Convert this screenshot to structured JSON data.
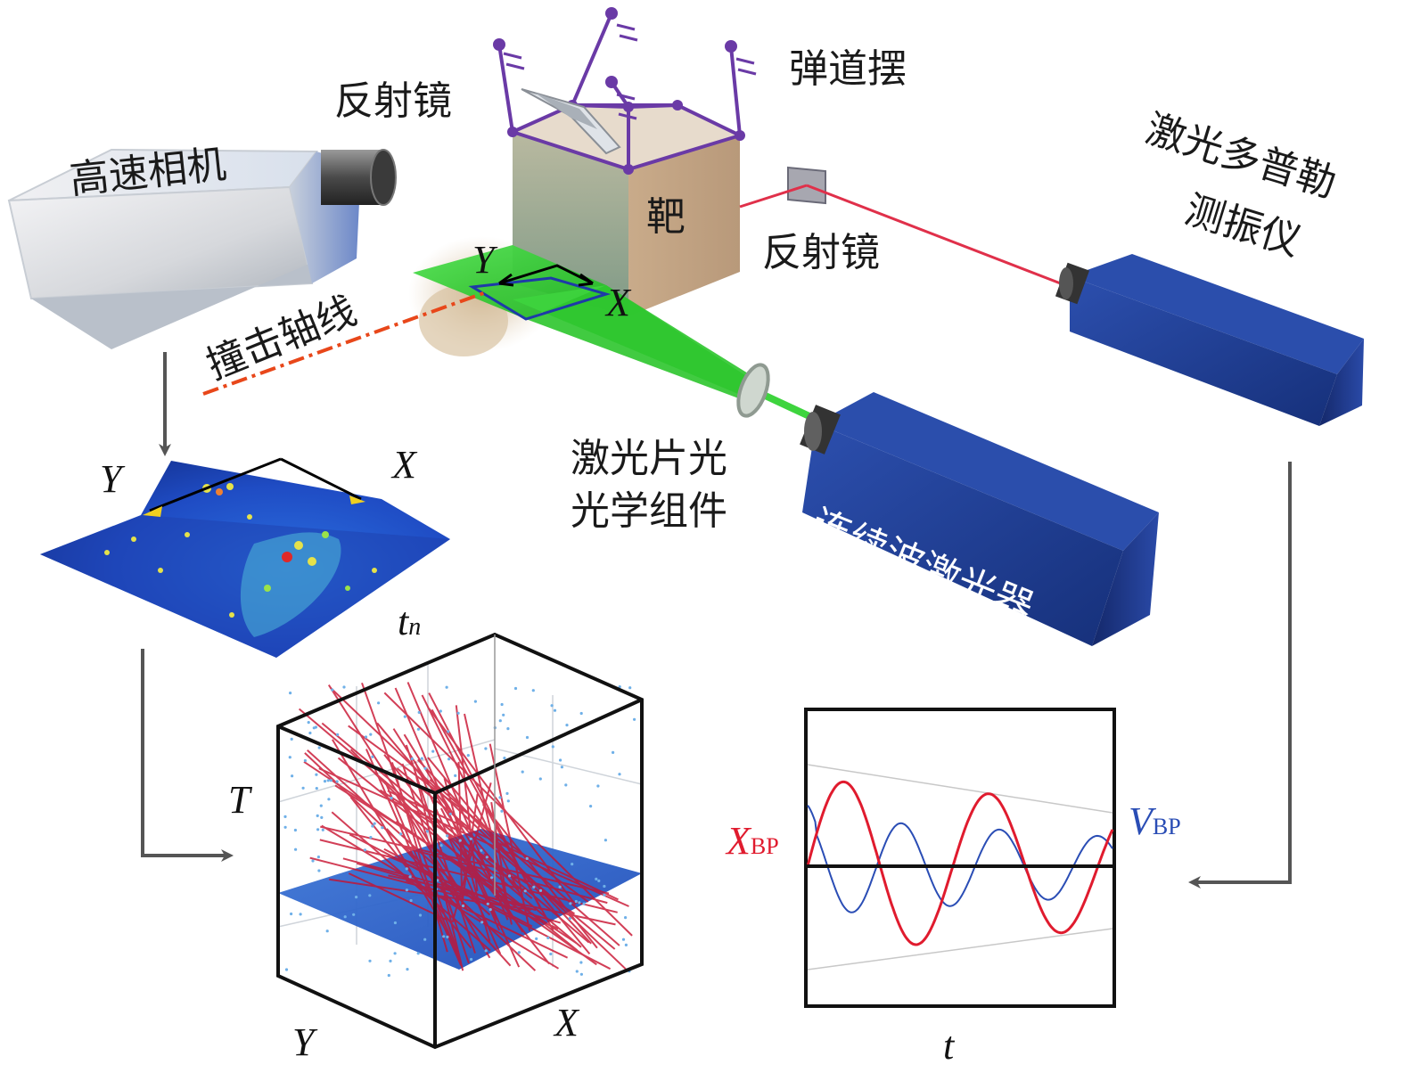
{
  "labels": {
    "high_speed_camera": "高速相机",
    "reflector_top": "反射镜",
    "ballistic_pendulum": "弹道摆",
    "target": "靶",
    "reflector_right": "反射镜",
    "ldv_line1": "激光多普勒",
    "ldv_line2": "测振仪",
    "impact_axis": "撞击轴线",
    "sheet_optics_line1": "激光片光",
    "sheet_optics_line2": "光学组件",
    "cw_laser": "连续波激光器"
  },
  "axes": {
    "scene_y": "Y",
    "scene_x": "X",
    "frame_y": "Y",
    "frame_x": "X",
    "frame_t": "t",
    "frame_t_sub": "n",
    "box_t": "T",
    "box_y": "Y",
    "box_x": "X",
    "plot_t": "t",
    "x_bp": "X",
    "x_bp_sub": "BP",
    "v_bp": "V",
    "v_bp_sub": "BP"
  },
  "colors": {
    "x_bp": "#e01b2e",
    "v_bp": "#2a4db5",
    "laser_sheet": "#3ed43e",
    "ldv_beam": "#e0304a",
    "impact_axis": "#e8471a",
    "pendulum": "#6a3aa6",
    "device_blue": "#1e3f96",
    "arrow": "#555555"
  }
}
